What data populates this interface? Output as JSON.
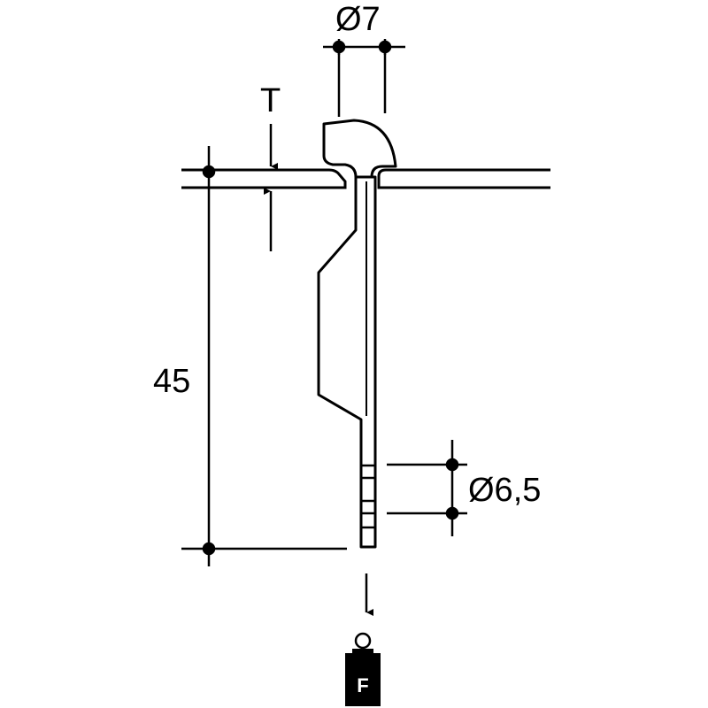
{
  "dimensions": {
    "head_diameter": "Ø7",
    "thickness": "T",
    "length": "45",
    "hole_diameter": "Ø6,5"
  },
  "weight": {
    "label": "F"
  }
}
